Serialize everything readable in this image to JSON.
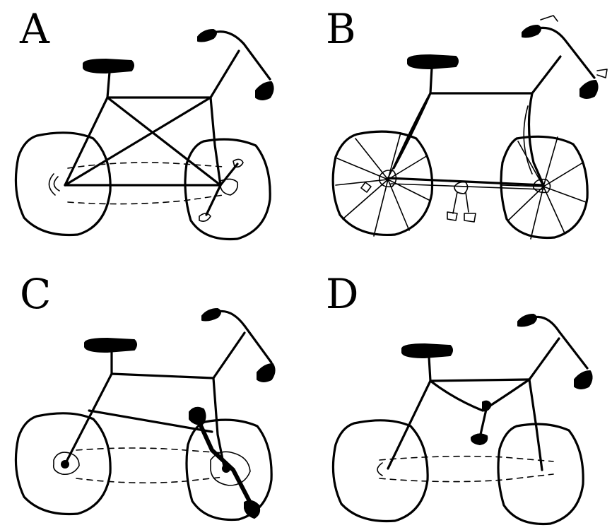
{
  "panels": [
    {
      "id": "A",
      "label": "A"
    },
    {
      "id": "B",
      "label": "B"
    },
    {
      "id": "C",
      "label": "C"
    },
    {
      "id": "D",
      "label": "D"
    }
  ]
}
